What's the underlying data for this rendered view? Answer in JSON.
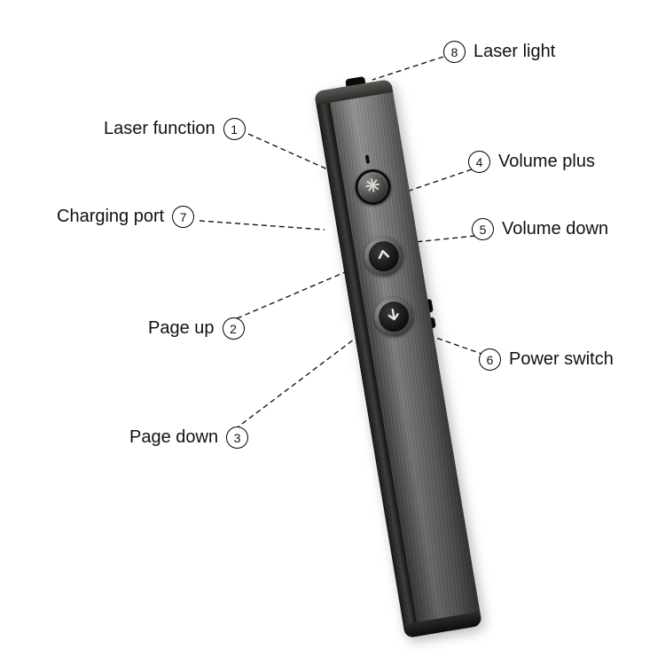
{
  "callouts": {
    "laser_light": {
      "num": "8",
      "text": "Laser light"
    },
    "laser_function": {
      "num": "1",
      "text": "Laser function"
    },
    "volume_plus": {
      "num": "4",
      "text": "Volume plus"
    },
    "charging_port": {
      "num": "7",
      "text": "Charging port"
    },
    "volume_down": {
      "num": "5",
      "text": "Volume down"
    },
    "page_up": {
      "num": "2",
      "text": "Page up"
    },
    "power_switch": {
      "num": "6",
      "text": "Power switch"
    },
    "page_down": {
      "num": "3",
      "text": "Page down"
    }
  },
  "device": {
    "type": "presentation remote",
    "icons": {
      "laser_button": "burst-icon",
      "page_up_button": "chevron-up-icon",
      "page_down_button": "arrow-down-icon"
    }
  },
  "colors": {
    "background": "#ffffff",
    "text": "#111111",
    "leader_line": "#1a1a1a",
    "metal_light": "#8a8987",
    "metal_dark": "#3a3a38",
    "button_black": "#0f0f0f"
  }
}
